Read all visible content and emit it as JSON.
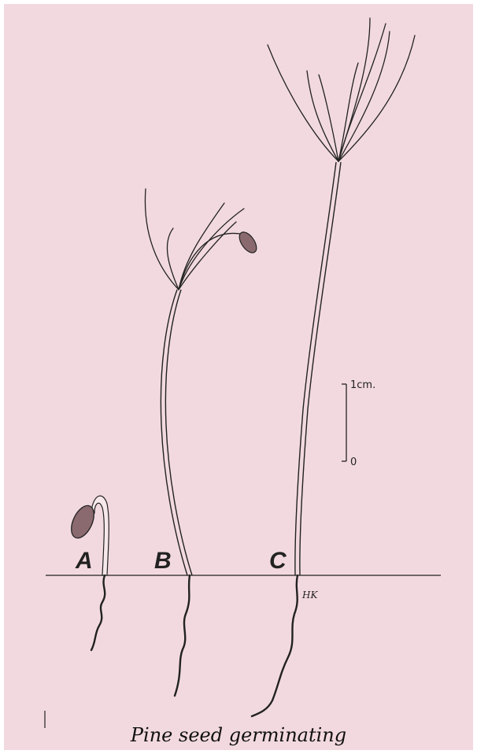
{
  "figure": {
    "caption": "Pine seed germinating",
    "seedlings": [
      {
        "label": "A"
      },
      {
        "label": "B"
      },
      {
        "label": "C"
      }
    ],
    "scale": {
      "top_label": "1cm.",
      "bottom_label": "0"
    },
    "signature": "HK"
  }
}
